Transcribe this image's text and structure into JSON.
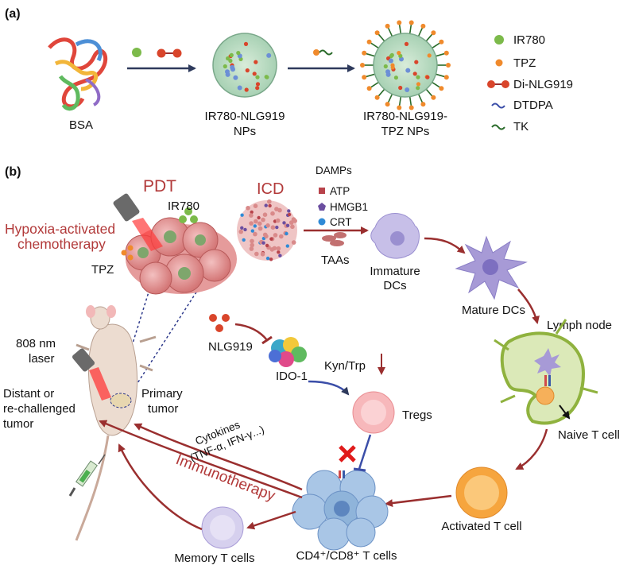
{
  "panel_a": {
    "label": "(a)",
    "bsa": "BSA",
    "np1": [
      "IR780-NLG919",
      "NPs"
    ],
    "np2": [
      "IR780-NLG919-",
      "TPZ  NPs"
    ],
    "legend": [
      {
        "name": "IR780",
        "symbol": "green-dot"
      },
      {
        "name": "TPZ",
        "symbol": "orange-dot"
      },
      {
        "name": "Di-NLG919",
        "symbol": "red-dimer"
      },
      {
        "name": "DTDPA",
        "symbol": "blue-wave"
      },
      {
        "name": "TK",
        "symbol": "green-wave"
      }
    ]
  },
  "panel_b": {
    "label": "(b)",
    "pdt": "PDT",
    "icd": "ICD",
    "ir780": "IR780",
    "hypoxia": [
      "Hypoxia-activated",
      "chemotherapy"
    ],
    "tpz": "TPZ",
    "damps": "DAMPs",
    "damp_items": [
      "ATP",
      "HMGB1",
      "CRT"
    ],
    "taas": "TAAs",
    "immature_dcs": [
      "Immature",
      "DCs"
    ],
    "mature_dcs": "Mature DCs",
    "lymph_node": "Lymph node",
    "naive_t": "Naive T cell",
    "activated_t": "Activated T cell",
    "cd_cells": "CD4⁺/CD8⁺ T cells",
    "memory_t": "Memory T cells",
    "tregs": "Tregs",
    "kyn_trp": "Kyn/Trp",
    "ido1": "IDO-1",
    "nlg919": "NLG919",
    "laser": [
      "808 nm",
      "laser"
    ],
    "distant": [
      "Distant or",
      "re-challenged",
      "tumor"
    ],
    "primary": [
      "Primary",
      "tumor"
    ],
    "cytokines": [
      "Cytokines",
      "(TNF-α, IFN-γ...)"
    ],
    "immunotherapy": "Immunotherapy"
  },
  "colors": {
    "red_text": "#b23a3a",
    "arrow_red": "#9a2f2f",
    "arrow_navy": "#2e3a5c",
    "ir780_green": "#7cba4a",
    "tpz_orange": "#f08a2c",
    "dc_purple": "#a79ad6",
    "treg_pink": "#f4a4a8",
    "tcell_blue": "#8fb4da",
    "memory_lavender": "#c9c3e8",
    "lymph_green": "#9cc44a"
  }
}
